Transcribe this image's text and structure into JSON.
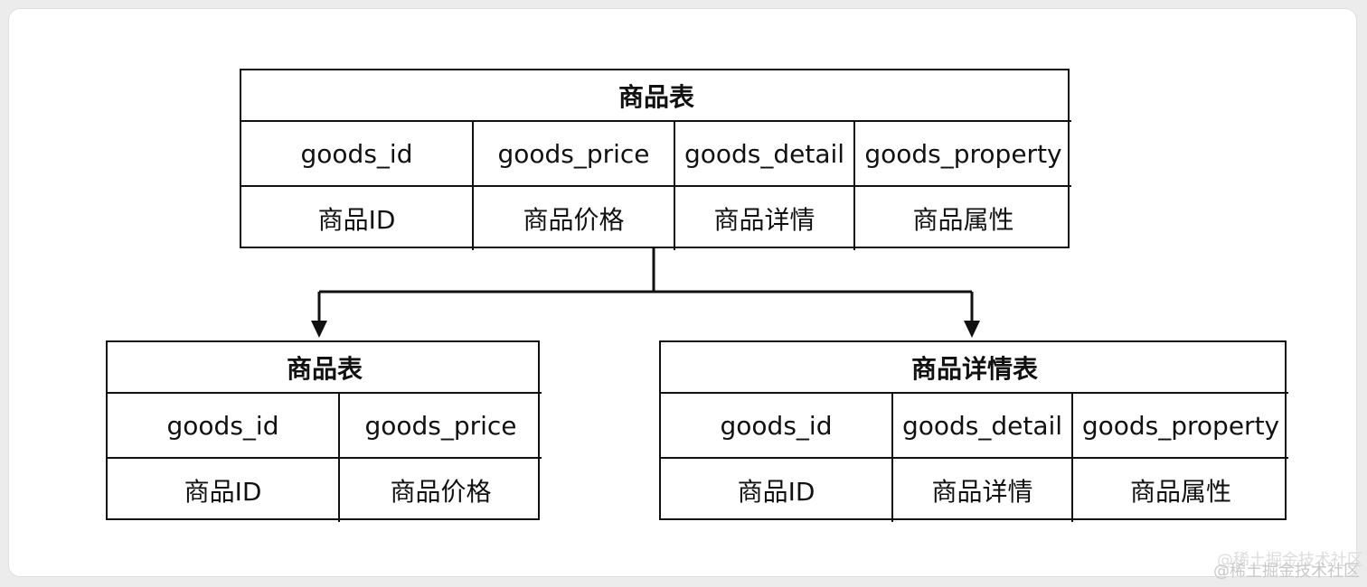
{
  "top_table": {
    "title": "商品表",
    "headers": [
      "goods_id",
      "goods_price",
      "goods_detail",
      "goods_property"
    ],
    "descriptions": [
      "商品ID",
      "商品价格",
      "商品详情",
      "商品属性"
    ]
  },
  "left_table": {
    "title": "商品表",
    "headers": [
      "goods_id",
      "goods_price"
    ],
    "descriptions": [
      "商品ID",
      "商品价格"
    ]
  },
  "right_table": {
    "title": "商品详情表",
    "headers": [
      "goods_id",
      "goods_detail",
      "goods_property"
    ],
    "descriptions": [
      "商品ID",
      "商品详情",
      "商品属性"
    ]
  },
  "watermark": "@稀土掘金技术社区"
}
